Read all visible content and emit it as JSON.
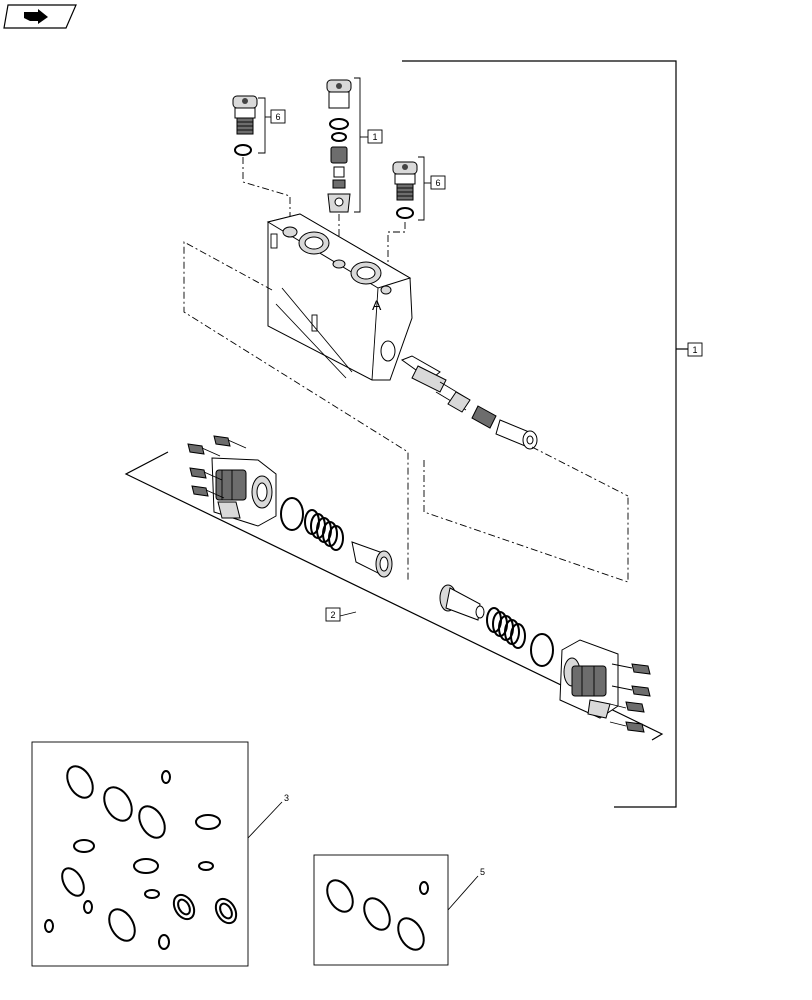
{
  "callouts": {
    "relief_valve_left": "6",
    "check_valve": "1",
    "relief_valve_right": "6",
    "section_assembly": "1",
    "spool_end_kit": "2",
    "seal_kit_large": "3",
    "seal_kit_small": "5"
  },
  "body_marking": "A",
  "icons": {
    "nav": "next-page-arrow-icon"
  }
}
